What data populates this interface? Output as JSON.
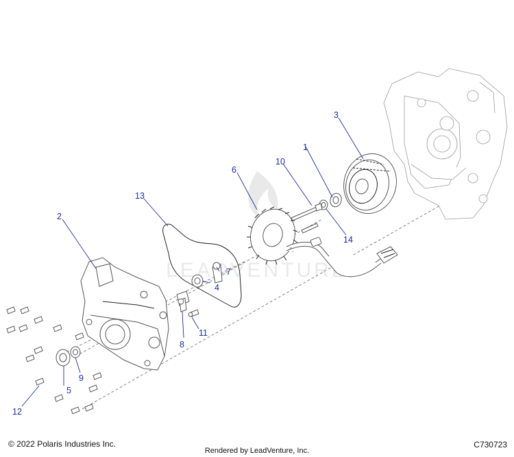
{
  "diagram": {
    "callouts": [
      "1",
      "2",
      "3",
      "4",
      "5",
      "6",
      "7",
      "8",
      "9",
      "10",
      "11",
      "12",
      "13",
      "14"
    ],
    "watermark": "LEADVENTURE"
  },
  "footer": {
    "copyright": "© 2022 Polaris Industries Inc.",
    "rendered_by": "Rendered by LeadVenture, Inc.",
    "drawing_id": "C730723"
  },
  "colors": {
    "callout": "#1a2a9c",
    "line_art": "#555555"
  }
}
